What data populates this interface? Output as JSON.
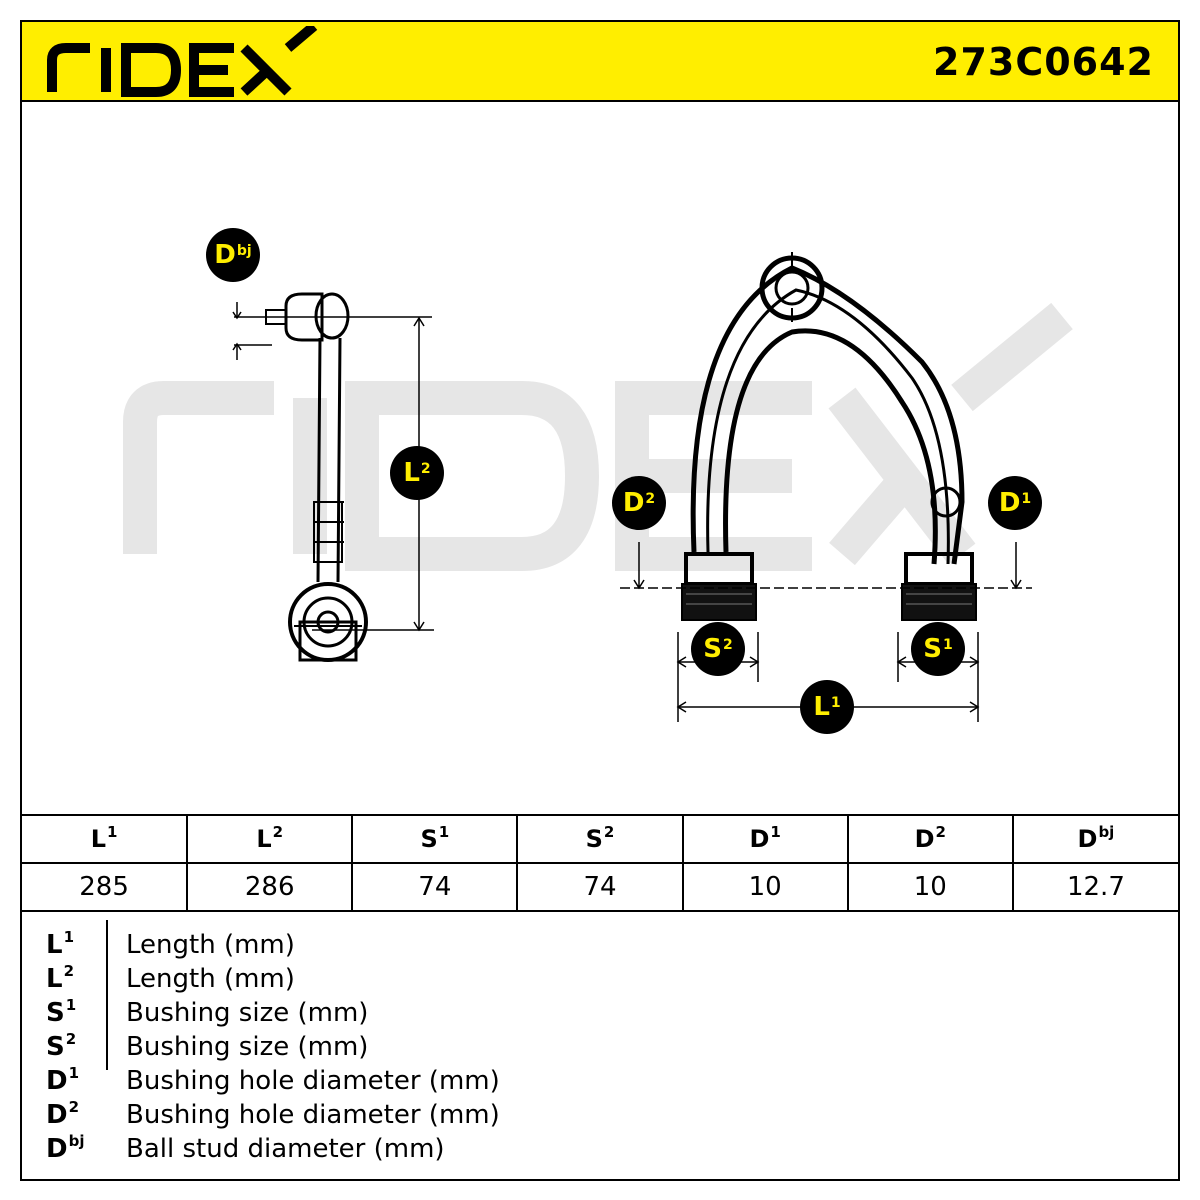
{
  "header": {
    "brand": "RIDEX",
    "part_number": "273C0642"
  },
  "watermark": "RIDEX",
  "colors": {
    "accent_yellow": "#ffee00",
    "watermark_gray": "#e6e6e6",
    "ink": "#000000"
  },
  "badges": {
    "dbj": {
      "base": "D",
      "sup": "bj"
    },
    "l2": {
      "base": "L",
      "sup": "2"
    },
    "d2": {
      "base": "D",
      "sup": "2"
    },
    "d1": {
      "base": "D",
      "sup": "1"
    },
    "s2": {
      "base": "S",
      "sup": "2"
    },
    "s1": {
      "base": "S",
      "sup": "1"
    },
    "l1": {
      "base": "L",
      "sup": "1"
    }
  },
  "table": {
    "headers": [
      {
        "base": "L",
        "sup": "1"
      },
      {
        "base": "L",
        "sup": "2"
      },
      {
        "base": "S",
        "sup": "1"
      },
      {
        "base": "S",
        "sup": "2"
      },
      {
        "base": "D",
        "sup": "1"
      },
      {
        "base": "D",
        "sup": "2"
      },
      {
        "base": "D",
        "sup": "bj"
      }
    ],
    "values": [
      "285",
      "286",
      "74",
      "74",
      "10",
      "10",
      "12.7"
    ]
  },
  "legend": [
    {
      "base": "L",
      "sup": "1",
      "desc": "Length (mm)"
    },
    {
      "base": "L",
      "sup": "2",
      "desc": "Length (mm)"
    },
    {
      "base": "S",
      "sup": "1",
      "desc": "Bushing size (mm)"
    },
    {
      "base": "S",
      "sup": "2",
      "desc": "Bushing size (mm)"
    },
    {
      "base": "D",
      "sup": "1",
      "desc": "Bushing hole diameter (mm)"
    },
    {
      "base": "D",
      "sup": "2",
      "desc": "Bushing hole diameter (mm)"
    },
    {
      "base": "D",
      "sup": "bj",
      "desc": "Ball stud diameter (mm)"
    }
  ]
}
